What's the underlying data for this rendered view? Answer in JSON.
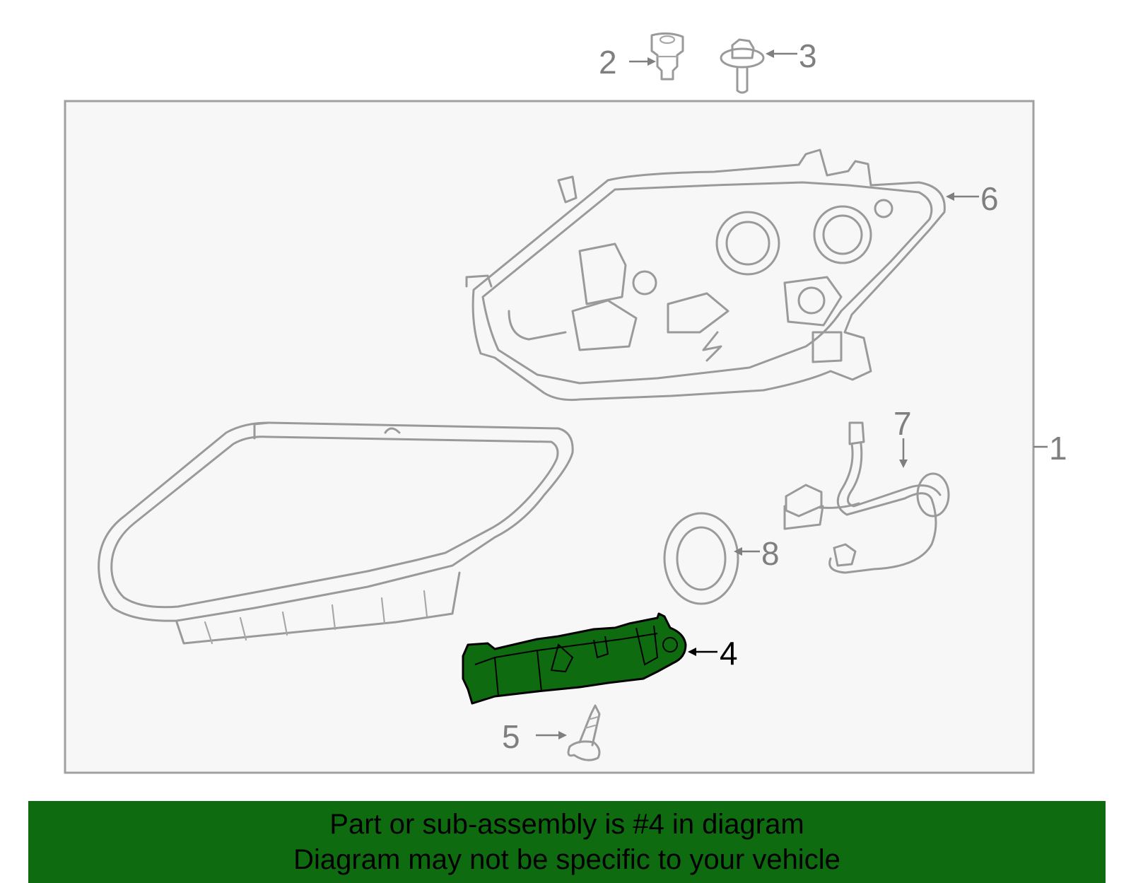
{
  "diagram": {
    "callouts": [
      "1",
      "2",
      "3",
      "4",
      "5",
      "6",
      "7",
      "8"
    ],
    "highlighted_part": "4",
    "highlight_color": "#0f6b0f",
    "line_color": "#9a9a9a",
    "frame_color": "#a0a0a0"
  },
  "banner": {
    "line1": "Part or sub-assembly is #4 in diagram",
    "line2": "Diagram may not be specific to your vehicle",
    "background": "#0f6b0f"
  }
}
